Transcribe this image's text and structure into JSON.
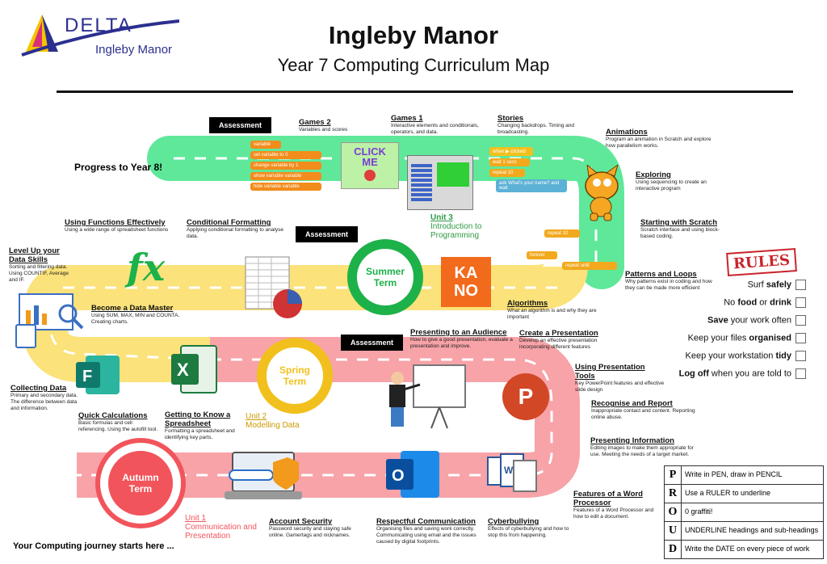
{
  "header": {
    "logo_name": "DELTA",
    "logo_sub": "Ingleby Manor",
    "title": "Ingleby Manor",
    "subtitle": "Year 7 Computing Curriculum Map"
  },
  "colors": {
    "green": "#5fe89a",
    "yellow": "#fbe27a",
    "pink": "#f7a3a8",
    "red": "#f2545b",
    "green_dark": "#1db14a",
    "gold": "#f2c01d",
    "unit3": "#2f9a45"
  },
  "progress": "Progress to Year 8!",
  "start": "Your Computing journey starts here ...",
  "assessment": "Assessment",
  "terms": {
    "summer": "Summer Term",
    "spring": "Spring Term",
    "autumn": "Autumn Term"
  },
  "units": {
    "u1": "Unit 1",
    "u1_name": "Communication and Presentation",
    "u2": "Unit 2",
    "u2_name": "Modelling Data",
    "u3": "Unit 3",
    "u3_name": "Introduction to Programming"
  },
  "topics": {
    "games2": {
      "h": "Games 2",
      "d": "Variables and scores"
    },
    "games1": {
      "h": "Games 1",
      "d": "Interactive elements and conditionals, operators, and data."
    },
    "stories": {
      "h": "Stories",
      "d": "Changing backdrops. Timing and broadcasting."
    },
    "animations": {
      "h": "Animations",
      "d": "Program an animation in Scratch and explore how parallelism works."
    },
    "exploring": {
      "h": "Exploring",
      "d": "Using sequencing to create an interactive program"
    },
    "starting": {
      "h": "Starting with Scratch",
      "d": "Scratch interface and using block-based coding."
    },
    "patterns": {
      "h": "Patterns and Loops",
      "d": "Why patterns exist in coding and how they can be made more efficient"
    },
    "algorithms": {
      "h": "Algorithms",
      "d": "What an algorithm is and why they are important"
    },
    "functions": {
      "h": "Using Functions Effectively",
      "d": "Using a wide range of spreadsheet functions"
    },
    "condfmt": {
      "h": "Conditional Formatting",
      "d": "Applying conditional formatting to analyse data."
    },
    "levelup": {
      "h": "Level Up your Data Skills",
      "d": "Sorting and filtering data. Using COUNTIF, Average and IF."
    },
    "master": {
      "h": "Become a Data Master",
      "d": "Using SUM, MAX, MIN and COUNTA. Creating charts."
    },
    "collecting": {
      "h": "Collecting Data",
      "d": "Primary and secondary data. The difference between data and information."
    },
    "quick": {
      "h": "Quick Calculations",
      "d": "Basic formulas and cell referencing. Using the autofill tool."
    },
    "gettingto": {
      "h": "Getting to Know a Spreadsheet",
      "d": "Formatting a spreadsheet and identifying key parts."
    },
    "presenting": {
      "h": "Presenting to an Audience",
      "d": "How to give a good presentation, evaluate a presentation and improve."
    },
    "create": {
      "h": "Create a Presentation",
      "d": "Develop an effective presentation incorporating different features"
    },
    "pptools": {
      "h": "Using Presentation Tools",
      "d": "Key PowerPoint features and effective slide design"
    },
    "recognise": {
      "h": "Recognise and Report",
      "d": "Inappropriate contact and content. Reporting online abuse."
    },
    "presinfo": {
      "h": "Presenting Information",
      "d": "Editing images to make them appropriate for use. Meeting the needs of a target market."
    },
    "wordproc": {
      "h": "Features of a Word Processor",
      "d": "Features of a Word Processor and how to edit a document."
    },
    "account": {
      "h": "Account Security",
      "d": "Password security and staying safe online. Gamertags and nicknames."
    },
    "respectful": {
      "h": "Respectful Communication",
      "d": "Organising files and saving work correctly. Communicating using email and the issues caused by digital footprints."
    },
    "cyber": {
      "h": "Cyberbullying",
      "d": "Effects of cyberbullying and how to stop this from happening."
    }
  },
  "scratch": {
    "variable": "variable",
    "set": "set",
    "to": "to",
    "change": "change",
    "by": "by",
    "show": "show variable",
    "hide": "hide variable",
    "when": "when",
    "clicked": "clicked",
    "wait": "wait",
    "secs": "secs",
    "repeat": "repeat",
    "ask": "ask",
    "ask_q": "What's your name?",
    "and_wait": "and wait",
    "forever": "forever",
    "repeat_until": "repeat until",
    "n0": "0",
    "n1": "1",
    "n10": "10",
    "one": "1"
  },
  "click_me": [
    "CLICK",
    "ME"
  ],
  "kano": "KA\nNO",
  "fx": "fx",
  "rules": {
    "badge": "RULES",
    "items": [
      {
        "pre": "Surf ",
        "b": "safely",
        "post": ""
      },
      {
        "pre": "No ",
        "b": "food",
        "mid": " or ",
        "b2": "drink",
        "post": ""
      },
      {
        "pre": "",
        "b": "Save",
        "post": " your work often"
      },
      {
        "pre": "Keep your files ",
        "b": "organised",
        "post": ""
      },
      {
        "pre": "Keep your workstation ",
        "b": "tidy",
        "post": ""
      },
      {
        "pre": "",
        "b": "Log off",
        "post": " when you are told to"
      }
    ]
  },
  "proud": [
    {
      "l": "P",
      "t": "Write in PEN, draw in PENCIL"
    },
    {
      "l": "R",
      "t": "Use a RULER to underline"
    },
    {
      "l": "O",
      "t": "0 graffiti!"
    },
    {
      "l": "U",
      "t": "UNDERLINE headings and sub-headings"
    },
    {
      "l": "D",
      "t": "Write the DATE on every piece of work"
    }
  ]
}
